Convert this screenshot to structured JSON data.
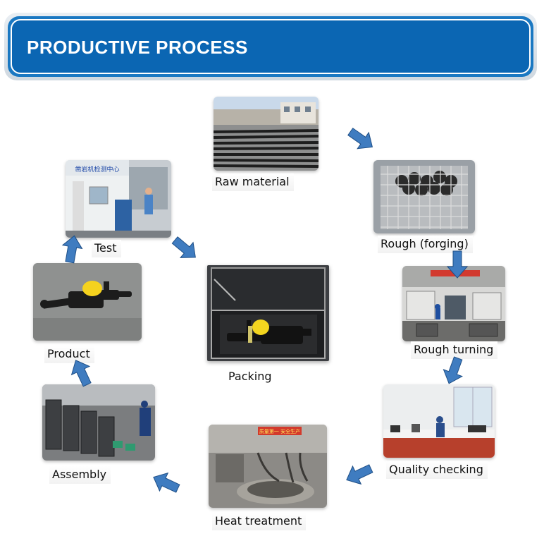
{
  "header": {
    "title": "PRODUCTIVE PROCESS"
  },
  "steps": {
    "raw_material": "Raw material",
    "rough_forging": "Rough (forging)",
    "rough_turning": "Rough turning",
    "quality_checking": "Quality checking",
    "heat_treatment": "Heat treatment",
    "assembly": "Assembly",
    "product": "Product",
    "test": "Test",
    "packing": "Packing"
  },
  "photo_signage": {
    "test_building": "凿岩机检测中心",
    "heat_treatment_banner": "质量第一 安全生产"
  },
  "colors": {
    "banner_blue": "#0b66b3",
    "arrow_blue": "#3f7cc0"
  },
  "icons": {
    "flow_arrow": "arrow-icon"
  }
}
